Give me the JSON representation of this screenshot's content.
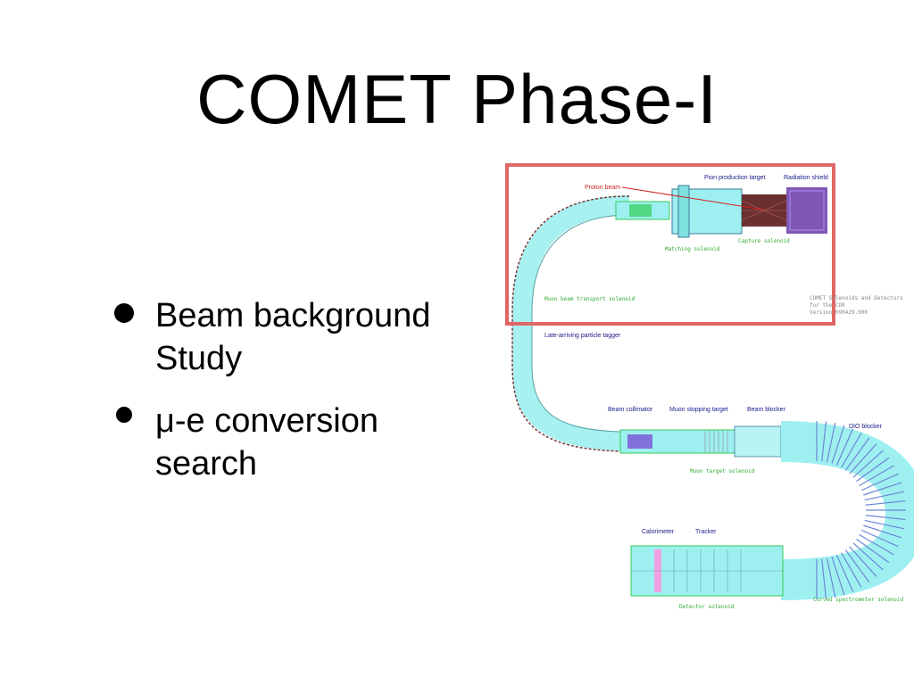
{
  "slide": {
    "title": "COMET Phase-I",
    "bullets": [
      {
        "text": "Beam background\nStudy"
      },
      {
        "text": "μ-e conversion\nsearch"
      }
    ]
  },
  "figure": {
    "labels": {
      "pion_production_target": "Pion production target",
      "radiation_shield": "Radiation shield",
      "proton_beam": "Proton beam",
      "capture_solenoid": "Capture solenoid",
      "matching_solenoid": "Matching solenoid",
      "muon_beam_transport_solenoid": "Muon beam transport solenoid",
      "late_arriving_particle_tagger": "Late-arriving particle tagger",
      "beam_collimator": "Beam collimator",
      "muon_stopping_target": "Muon stopping target",
      "beam_blocker": "Beam blocker",
      "dio_blocker": "DIO blocker",
      "muon_target_solenoid": "Muon target solenoid",
      "calorimeter": "Calorimeter",
      "tracker": "Tracker",
      "detector_solenoid": "Detector solenoid",
      "curved_spectrometer_solenoid": "Curved spectrometer solenoid",
      "caption_line1": "COMET Solenoids and Detectors",
      "caption_line2": "for the CDR",
      "caption_line3": "Version 090429.000"
    },
    "colors": {
      "highlight_box": "#e06666",
      "tube_fill": "#9ef0f0",
      "coil_dark": "#5a1a1a",
      "coil_purple": "#6a3aa8",
      "blue_ribs": "#6b86d6",
      "green_coil": "#33cc55"
    }
  }
}
